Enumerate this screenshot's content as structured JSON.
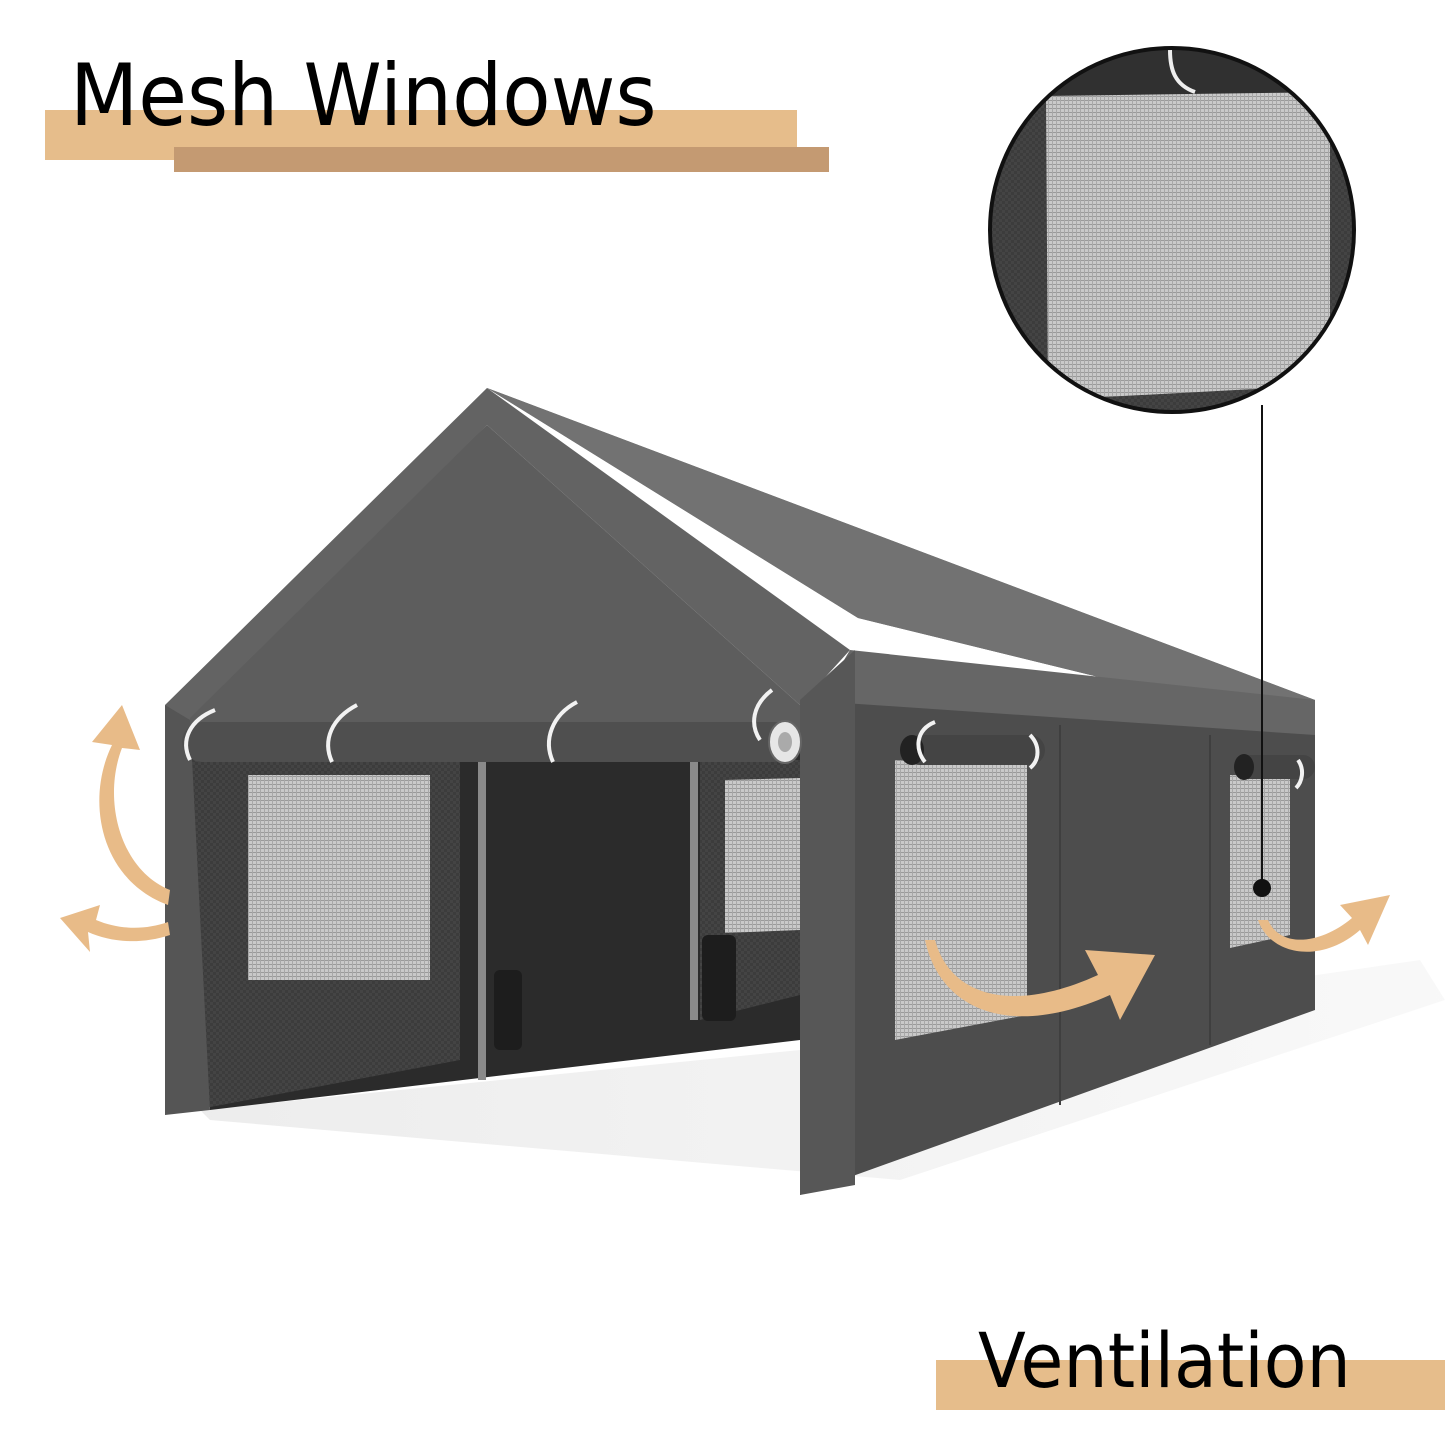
{
  "title": {
    "text": "Mesh Windows",
    "bar_color_light": "#e6bd8b",
    "bar_color_dark": "#c49a72"
  },
  "caption": {
    "text": "Ventilation",
    "bar_color": "#e6bd8b"
  },
  "scene": {
    "subject": "gray carport canopy tent with roll-up sidewalls and mesh windows",
    "canopy_color": "#6b6b6b",
    "wall_color": "#4a4a4a",
    "mesh_color": "#bdbdbd",
    "arrow_color": "#e8bb88",
    "inset": {
      "subject": "magnified mesh window detail",
      "border_color": "#111111"
    }
  }
}
